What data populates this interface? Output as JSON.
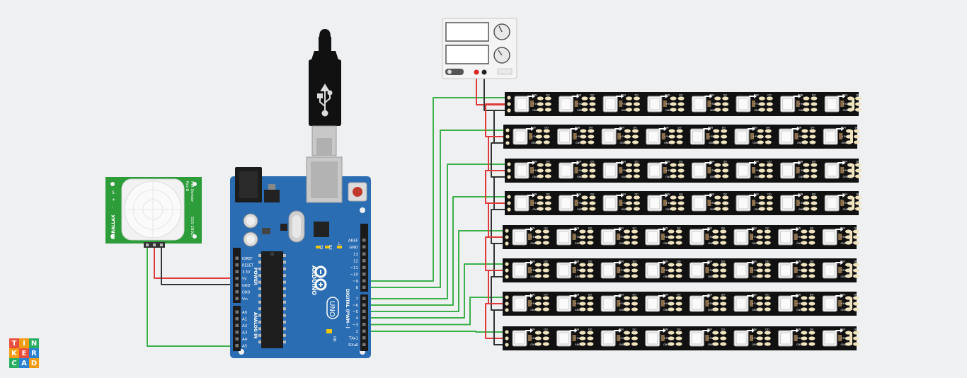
{
  "arduino": {
    "brand": "ARDUINO",
    "model": "UNO",
    "power_header": "POWER",
    "analog_header": "ANALOG IN",
    "digital_header": "DIGITAL (PWM~)",
    "on_label": "ON",
    "tx_label": "TX",
    "rx_label": "RX",
    "l_label": "L",
    "power_pins": [
      "IOREF",
      "RESET",
      "3.3V",
      "5V",
      "GND",
      "GND",
      "Vin"
    ],
    "analog_pins": [
      "A0",
      "A1",
      "A2",
      "A3",
      "A4",
      "A5"
    ],
    "digital_top_pins": [
      "AREF",
      "GND",
      "13",
      "12",
      "~11",
      "~10",
      "~9",
      "8"
    ],
    "digital_bottom_pins": [
      "7",
      "~6",
      "~5",
      "4",
      "~3",
      "2",
      "TX▸1",
      "RX◂0"
    ]
  },
  "pir": {
    "left_text": "PARALLAX",
    "right_text": "PIR Sensor",
    "right_sub": "Rev B",
    "part_no": "555-28027",
    "pin_labels": [
      "-",
      "+",
      "S"
    ]
  },
  "strip": {
    "din": "DIN",
    "do": "DO",
    "v5": "+5V",
    "gnd": "GND",
    "count": 8
  },
  "colors": {
    "wire_signal": "#3cb04a",
    "wire_power": "#e03a3a",
    "wire_ground": "#333333",
    "board": "#2b6db3",
    "strip": "#111111"
  },
  "logo": {
    "letters": [
      "T",
      "I",
      "N",
      "K",
      "E",
      "R",
      "C",
      "A",
      "D"
    ],
    "colors": [
      "#e94e3c",
      "#f39c12",
      "#27ae60",
      "#f39c12",
      "#e94e3c",
      "#2a82d4",
      "#27ae60",
      "#2a82d4",
      "#f39c12"
    ]
  }
}
